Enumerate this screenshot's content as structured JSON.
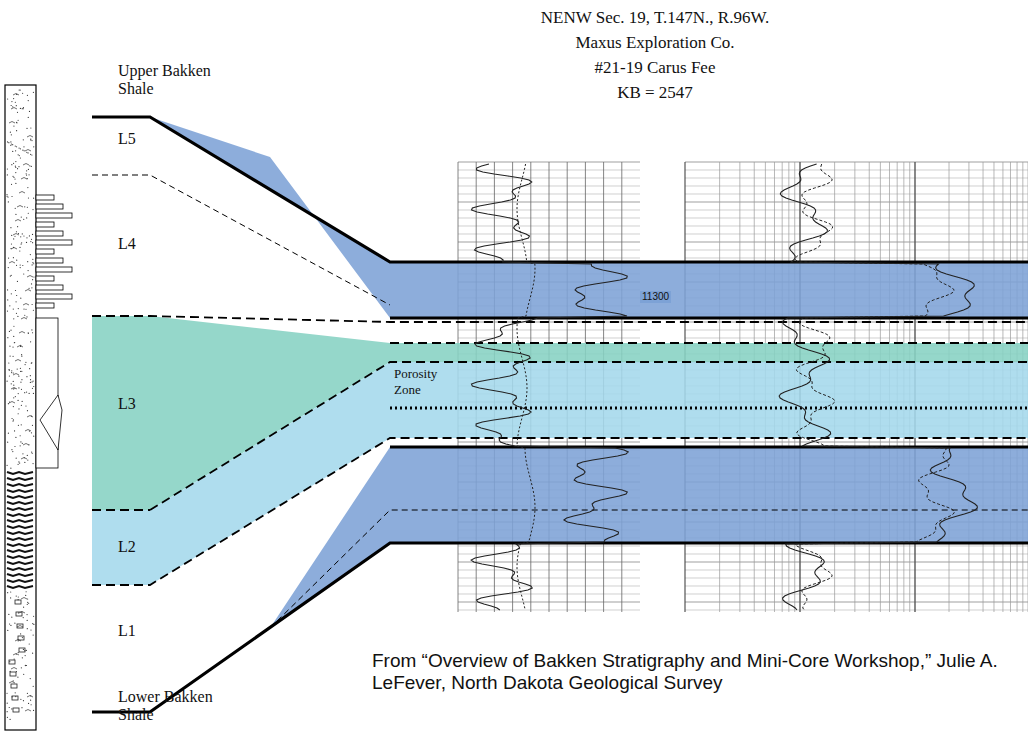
{
  "diagram": {
    "caption": "From “Overview of Bakken Stratigraphy and Mini-Core Workshop,” Julie A. LeFever, North Dakota Geological Survey",
    "labels": [
      "NENW Sec. 19, T.147N., R.96W.",
      "Maxus Exploration Co.",
      "#21-19 Carus Fee",
      "KB = 2547",
      "Upper Bakken Shale",
      "L5",
      "L4",
      "L3",
      "L2",
      "L1",
      "Lower Bakken Shale",
      "Porosity Zone",
      "11300"
    ]
  }
}
